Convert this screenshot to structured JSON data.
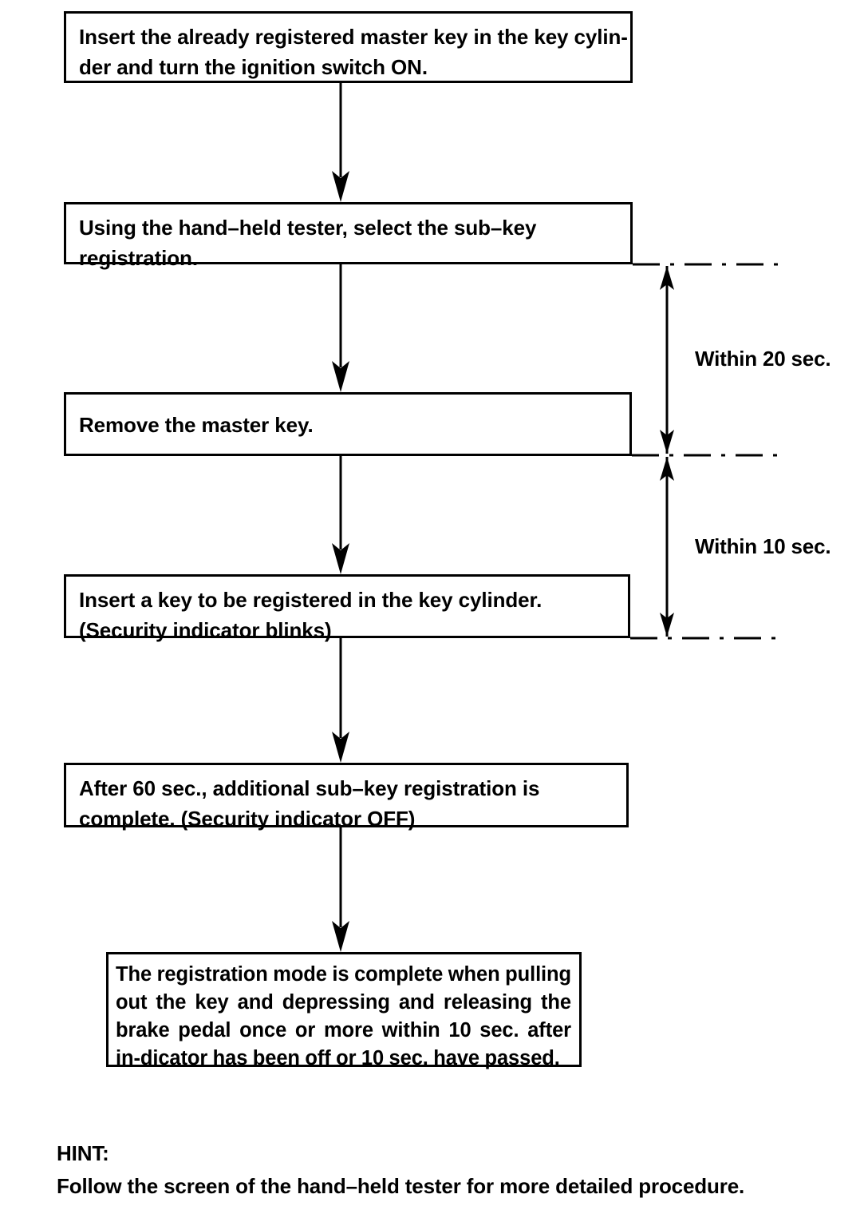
{
  "document": {
    "type": "procedure-flowchart",
    "title": "Sub-key registration procedure"
  },
  "flow": {
    "steps": [
      {
        "id": "step-1",
        "text": "Insert the already registered master key in the key cylin-\nder and turn the ignition switch ON."
      },
      {
        "id": "step-2",
        "text": "Using the hand–held tester, select the sub–key\nregistration."
      },
      {
        "id": "step-3",
        "text": "Remove the master key."
      },
      {
        "id": "step-4",
        "text": "Insert a key to be registered in the key cylinder.\n(Security indicator blinks)"
      },
      {
        "id": "step-5",
        "text": "After 60 sec., additional sub–key registration is\ncomplete. (Security indicator OFF)"
      },
      {
        "id": "step-6",
        "text": "The registration mode is complete when pulling out the key and depressing and releasing the brake pedal once or more within 10 sec. after in-dicator has been off or 10 sec. have passed."
      }
    ]
  },
  "timing": {
    "annotations": [
      {
        "id": "within-20",
        "label": "Within 20 sec.",
        "from_step": "step-2",
        "to_step": "step-3"
      },
      {
        "id": "within-10",
        "label": "Within 10 sec.",
        "from_step": "step-3",
        "to_step": "step-4"
      }
    ]
  },
  "hint": {
    "text": "HINT:\nFollow the screen of the hand–held tester for more detailed procedure."
  },
  "colors": {
    "ink": "#000000",
    "background": "#ffffff"
  }
}
